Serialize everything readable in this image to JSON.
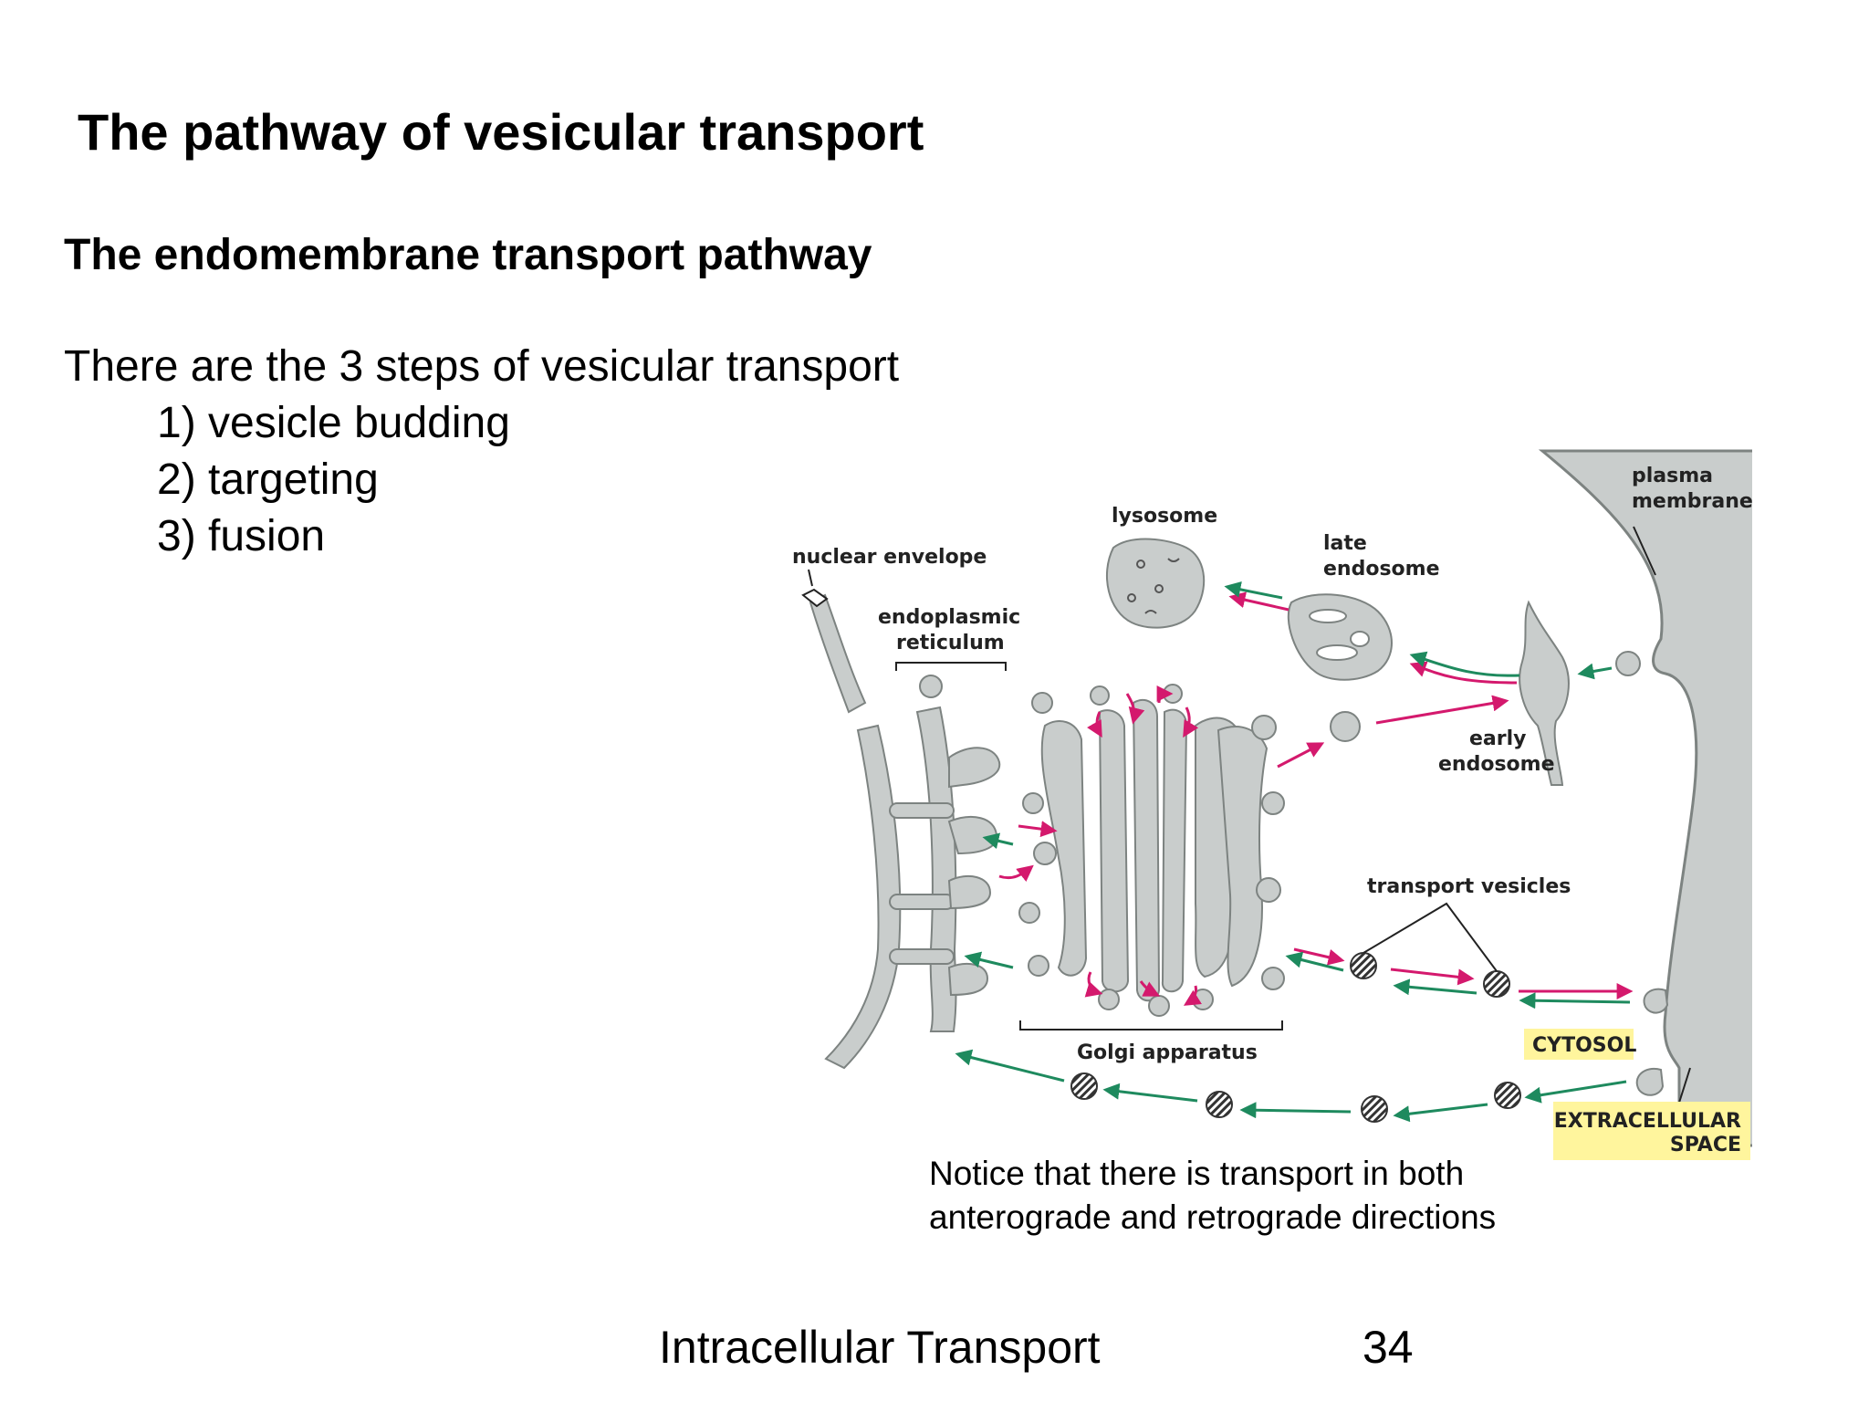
{
  "slide": {
    "title": "The pathway of vesicular transport",
    "heading": "The endomembrane transport pathway",
    "intro": "There are the 3 steps of vesicular transport",
    "steps": [
      "1) vesicle budding",
      "2) targeting",
      "3) fusion"
    ],
    "note_line1": "Notice that there is transport in both",
    "note_line2": "anterograde and retrograde directions",
    "footer_title": "Intracellular Transport",
    "page_number": "34"
  },
  "diagram": {
    "labels": {
      "plasma1": "plasma",
      "plasma2": "membrane",
      "lysosome": "lysosome",
      "late1": "late",
      "late2": "endosome",
      "nuclear": "nuclear envelope",
      "er1": "endoplasmic",
      "er2": "reticulum",
      "early1": "early",
      "early2": "endosome",
      "transport": "transport vesicles",
      "golgi": "Golgi apparatus",
      "cytosol": "CYTOSOL",
      "extra1": "EXTRACELLULAR",
      "extra2": "SPACE"
    },
    "colors": {
      "membrane_fill": "#c9cdcc",
      "membrane_stroke": "#7d8381",
      "anterograde_arrow": "#d4196d",
      "retrograde_arrow": "#1e8a5e",
      "label_highlight": "#fff59d"
    }
  }
}
